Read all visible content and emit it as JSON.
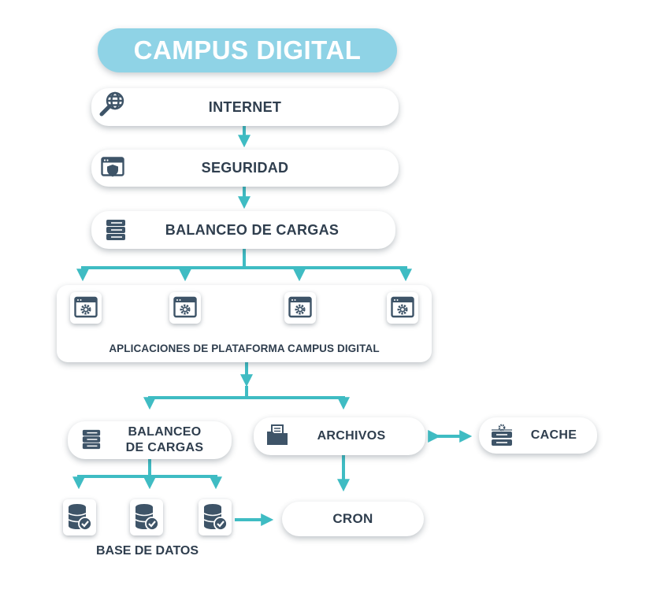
{
  "title": "CAMPUS DIGITAL",
  "nodes": {
    "internet": "INTERNET",
    "seguridad": "SEGURIDAD",
    "balanceo_top": "BALANCEO DE CARGAS",
    "aplicaciones": "APLICACIONES DE PLATAFORMA CAMPUS DIGITAL",
    "balanceo_db_line1": "BALANCEO",
    "balanceo_db_line2": "DE CARGAS",
    "archivos": "ARCHIVOS",
    "cache": "CACHE",
    "cron": "CRON",
    "base_datos": "BASE DE DATOS"
  },
  "colors": {
    "title_bg": "#8fd3e6",
    "arrow": "#3fbcc3",
    "text": "#2f3e4e",
    "icon": "#3e5468"
  },
  "icons": {
    "internet": "globe-search-icon",
    "seguridad": "browser-shield-icon",
    "balanceo": "server-stack-icon",
    "app": "browser-gear-icon",
    "archivos": "folder-document-icon",
    "cache": "server-gear-icon",
    "database": "database-check-icon"
  }
}
